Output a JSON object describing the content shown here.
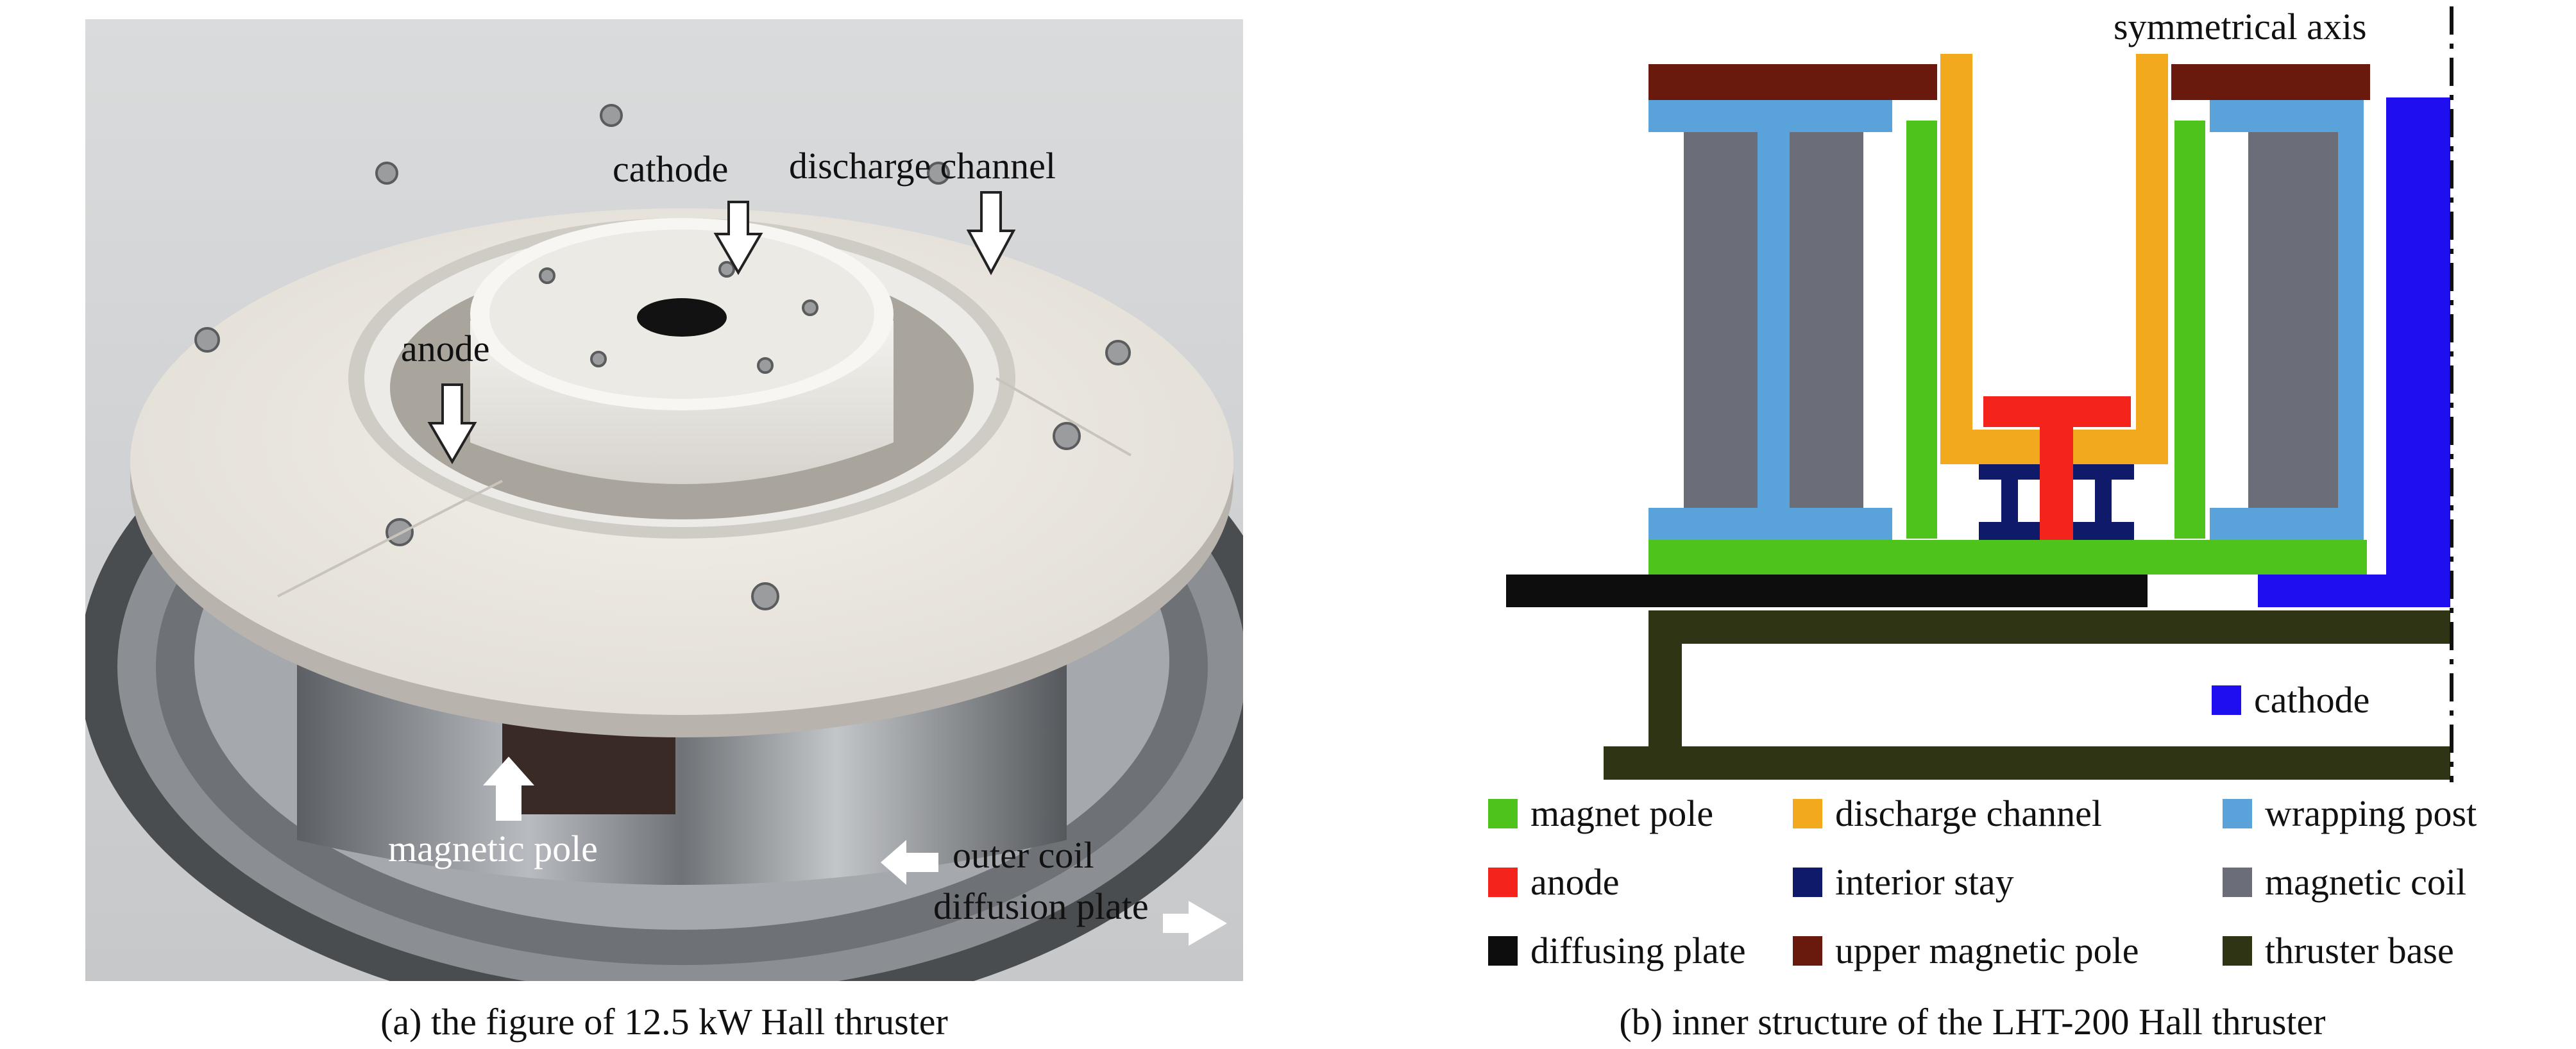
{
  "photo": {
    "labels": {
      "cathode": "cathode",
      "discharge_channel": "discharge channel",
      "anode": "anode",
      "magnetic_pole": "magnetic pole",
      "outer_coil": "outer coil",
      "diffusion_plate": "diffusion plate"
    },
    "caption": "(a) the figure of 12.5 kW Hall thruster"
  },
  "diagram": {
    "axis_label": "symmetrical axis",
    "cathode_label": "cathode",
    "caption": "(b) inner structure of the LHT-200 Hall thruster",
    "legend": [
      {
        "label": "magnet pole",
        "color": "#4ec31c"
      },
      {
        "label": "discharge channel",
        "color": "#f2a91e"
      },
      {
        "label": "wrapping post",
        "color": "#5aa2da"
      },
      {
        "label": "anode",
        "color": "#f4231c"
      },
      {
        "label": "interior stay",
        "color": "#101a6b"
      },
      {
        "label": "magnetic coil",
        "color": "#6b6e79"
      },
      {
        "label": "diffusing plate",
        "color": "#0d0d0d"
      },
      {
        "label": "upper magnetic pole",
        "color": "#6a1a0c"
      },
      {
        "label": "thruster base",
        "color": "#2f3414"
      }
    ],
    "colors": {
      "cathode": "#1f0ff0"
    }
  }
}
